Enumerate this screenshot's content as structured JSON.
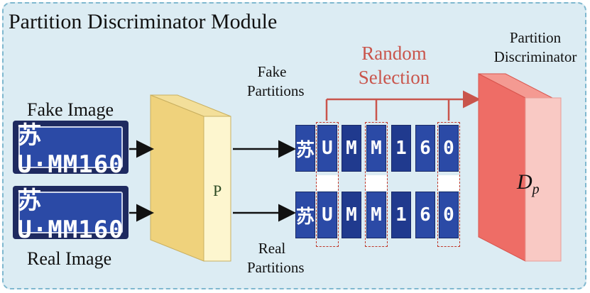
{
  "title": "Partition Discriminator Module",
  "fake_image_label": "Fake Image",
  "real_image_label": "Real Image",
  "plate_text": "苏U·MM160",
  "partition_module_label": "P",
  "fake_partitions_label": [
    "Fake",
    "Partitions"
  ],
  "real_partitions_label": [
    "Real",
    "Partitions"
  ],
  "random_selection_label": [
    "Random",
    "Selection"
  ],
  "discriminator_label": [
    "Partition",
    "Discriminator"
  ],
  "discriminator_symbol": "D",
  "discriminator_subscript": "p",
  "partition_chars": [
    "苏",
    "U",
    "M",
    "M",
    "1",
    "6",
    "0"
  ],
  "colors": {
    "background": "#dcecf3",
    "border": "#7fb8cf",
    "partition_box_front": "#fdf6cf",
    "partition_box_side": "#efd27c",
    "discriminator_front": "#f9c9c4",
    "discriminator_side": "#ee6d66",
    "selection": "#c9554c"
  }
}
